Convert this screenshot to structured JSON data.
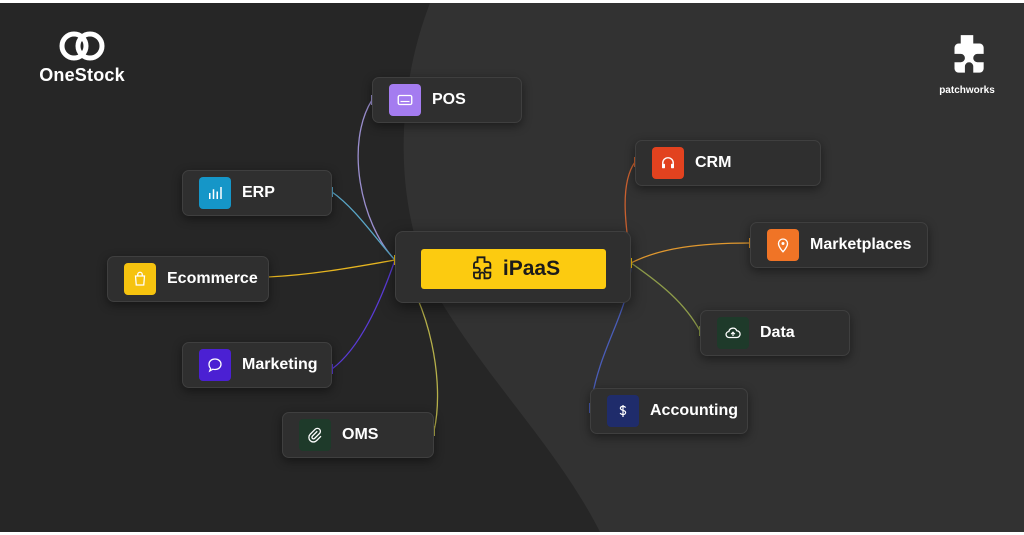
{
  "branding": {
    "left_logo_icon": "onestock-logo-icon",
    "left_name": "OneStock",
    "right_logo_icon": "patchworks-logo-icon",
    "right_name": "patchworks"
  },
  "diagram": {
    "center": {
      "label": "iPaaS",
      "icon": "puzzle-icon",
      "fill_color": "#fccb10"
    },
    "nodes": [
      {
        "id": "pos",
        "label": "POS",
        "icon": "pos-terminal-icon",
        "color": "#a47cf0",
        "connector_color": "#9b8fcf"
      },
      {
        "id": "erp",
        "label": "ERP",
        "icon": "bar-chart-icon",
        "color": "#1596c8",
        "connector_color": "#5aa7c8"
      },
      {
        "id": "ecommerce",
        "label": "Ecommerce",
        "icon": "shopping-bag-icon",
        "color": "#f6c30f",
        "connector_color": "#e6b520"
      },
      {
        "id": "marketing",
        "label": "Marketing",
        "icon": "chat-bubble-icon",
        "color": "#4b20d3",
        "connector_color": "#5a3bd6"
      },
      {
        "id": "oms",
        "label": "OMS",
        "icon": "paperclip-icon",
        "color": "#1e3a2a",
        "connector_color": "#b6b04a"
      },
      {
        "id": "crm",
        "label": "CRM",
        "icon": "headset-icon",
        "color": "#e2421f",
        "connector_color": "#c9602f"
      },
      {
        "id": "marketplaces",
        "label": "Marketplaces",
        "icon": "map-pin-icon",
        "color": "#f07426",
        "connector_color": "#e0982f"
      },
      {
        "id": "data",
        "label": "Data",
        "icon": "cloud-upload-icon",
        "color": "#1e3a2a",
        "connector_color": "#8e9c4a"
      },
      {
        "id": "accounting",
        "label": "Accounting",
        "icon": "dollar-icon",
        "color": "#1f2c6b",
        "connector_color": "#4a5db8"
      }
    ]
  }
}
